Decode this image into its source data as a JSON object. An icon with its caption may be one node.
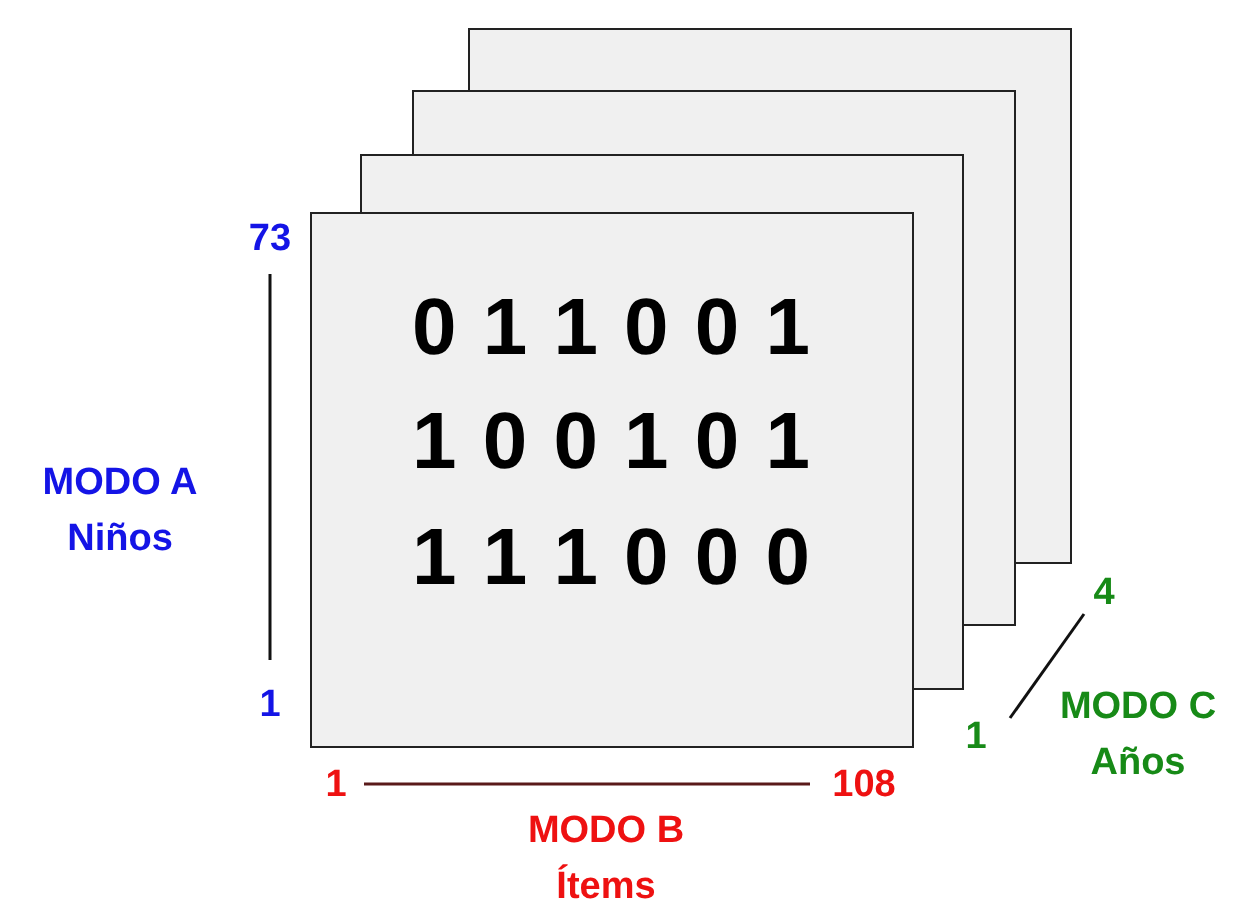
{
  "diagram": {
    "nodes": [
      {
        "text": [
          "0 1 1 0 0 1",
          "1 0 0 1 0 1",
          "1 1 1 0 0 0"
        ]
      },
      {
        "text": [],
        "shape": "box"
      },
      {
        "text": [],
        "shape": "box"
      },
      {
        "text": [],
        "shape": "box"
      }
    ],
    "edges": [],
    "labels": [
      "73",
      "MODO A Niños",
      "1",
      "1",
      "108",
      "MODO B Ítems",
      "4",
      "1",
      "MODO C Años"
    ]
  }
}
